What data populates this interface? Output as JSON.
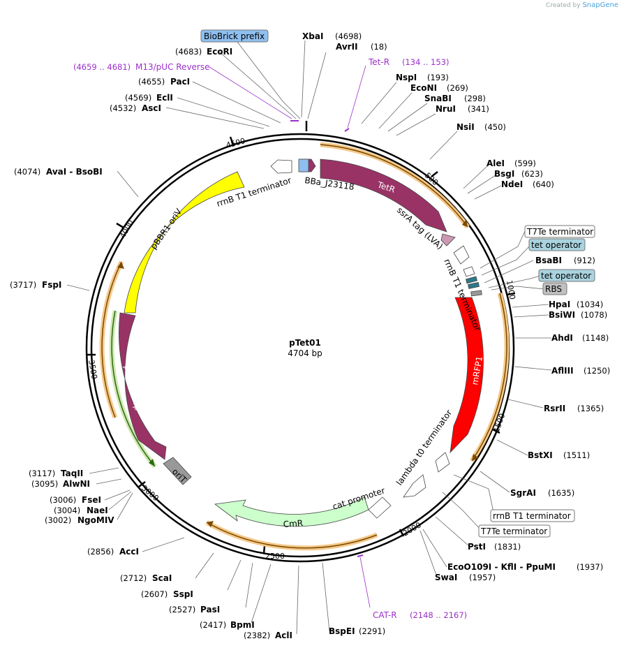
{
  "brand": {
    "created_by": "Created by",
    "app": "SnapGene"
  },
  "plasmid": {
    "name": "pTet01",
    "length": "4704 bp"
  },
  "ticks": [
    {
      "label": "500"
    },
    {
      "label": "1000"
    },
    {
      "label": "1500"
    },
    {
      "label": "2000"
    },
    {
      "label": "2500"
    },
    {
      "label": "3000"
    },
    {
      "label": "3500"
    },
    {
      "label": "4000"
    },
    {
      "label": "4500"
    }
  ],
  "sites": [
    {
      "name": "XbaI",
      "pos": "(4698)"
    },
    {
      "name": "AvrII",
      "pos": "(18)"
    },
    {
      "name": "NspI",
      "pos": "(193)"
    },
    {
      "name": "EcoNI",
      "pos": "(269)"
    },
    {
      "name": "SnaBI",
      "pos": "(298)"
    },
    {
      "name": "NruI",
      "pos": "(341)"
    },
    {
      "name": "NsiI",
      "pos": "(450)"
    },
    {
      "name": "AleI",
      "pos": "(599)"
    },
    {
      "name": "BsgI",
      "pos": "(623)"
    },
    {
      "name": "NdeI",
      "pos": "(640)"
    },
    {
      "name": "BsaBI",
      "pos": "(912)"
    },
    {
      "name": "HpaI",
      "pos": "(1034)"
    },
    {
      "name": "BsiWI",
      "pos": "(1078)"
    },
    {
      "name": "AhdI",
      "pos": "(1148)"
    },
    {
      "name": "AflIII",
      "pos": "(1250)"
    },
    {
      "name": "RsrII",
      "pos": "(1365)"
    },
    {
      "name": "BstXI",
      "pos": "(1511)"
    },
    {
      "name": "SgrAI",
      "pos": "(1635)"
    },
    {
      "name": "PstI",
      "pos": "(1831)"
    },
    {
      "name": "EcoO109I  -  KflI  -  PpuMI",
      "pos": "(1937)"
    },
    {
      "name": "SwaI",
      "pos": "(1957)"
    },
    {
      "name": "BspEI",
      "pos": "(2291)"
    },
    {
      "name": "AclI",
      "pos": "(2382)"
    },
    {
      "name": "BpmI",
      "pos": "(2417)"
    },
    {
      "name": "PasI",
      "pos": "(2527)"
    },
    {
      "name": "SspI",
      "pos": "(2607)"
    },
    {
      "name": "ScaI",
      "pos": "(2712)"
    },
    {
      "name": "AccI",
      "pos": "(2856)"
    },
    {
      "name": "NgoMIV",
      "pos": "(3002)"
    },
    {
      "name": "NaeI",
      "pos": "(3004)"
    },
    {
      "name": "FseI",
      "pos": "(3006)"
    },
    {
      "name": "AlwNI",
      "pos": "(3095)"
    },
    {
      "name": "TaqII",
      "pos": "(3117)"
    },
    {
      "name": "FspI",
      "pos": "(3717)"
    },
    {
      "name": "AvaI  -  BsoBI",
      "pos": "(4074)"
    },
    {
      "name": "AscI",
      "pos": "(4532)"
    },
    {
      "name": "EclI",
      "pos": "(4569)"
    },
    {
      "name": "PacI",
      "pos": "(4655)"
    },
    {
      "name": "EcoRI",
      "pos": "(4683)"
    }
  ],
  "primers": [
    {
      "name": "M13/pUC Reverse",
      "range": "(4659 .. 4681)"
    },
    {
      "name": "Tet-R",
      "range": "(134 .. 153)"
    },
    {
      "name": "CAT-R",
      "range": "(2148 .. 2167)"
    }
  ],
  "boxed_features": [
    {
      "name": "BioBrick prefix",
      "color": "#8fbff0"
    },
    {
      "name": "T7Te terminator",
      "color": "#ffffff"
    },
    {
      "name": "tet operator",
      "color": "#a9d3df"
    },
    {
      "name": "tet operator",
      "color": "#a9d3df"
    },
    {
      "name": "RBS",
      "color": "#c0c0c0"
    },
    {
      "name": "rrnB T1 terminator",
      "color": "#ffffff"
    },
    {
      "name": "T7Te terminator",
      "color": "#ffffff"
    }
  ],
  "features": [
    {
      "name": "TetR",
      "color": "#993366"
    },
    {
      "name": "BBa_J23118",
      "color": "#8fbff0"
    },
    {
      "name": "rrnB T1 terminator",
      "color": "#ffffff"
    },
    {
      "name": "ssrA tag (LVA)",
      "color": "#cc99b2"
    },
    {
      "name": "rrnB T1 terminator",
      "color": "#ffffff"
    },
    {
      "name": "mRFP1",
      "color": "#ff0000"
    },
    {
      "name": "lambda t0 terminator",
      "color": "#ffffff"
    },
    {
      "name": "cat promoter",
      "color": "#ffffff"
    },
    {
      "name": "CmR",
      "color": "#ccffcc"
    },
    {
      "name": "oriT",
      "color": "#999999"
    },
    {
      "name": "pBBR1 Rep",
      "color": "#993366"
    },
    {
      "name": "pBBR1 oriV",
      "color": "#ffff00"
    }
  ]
}
